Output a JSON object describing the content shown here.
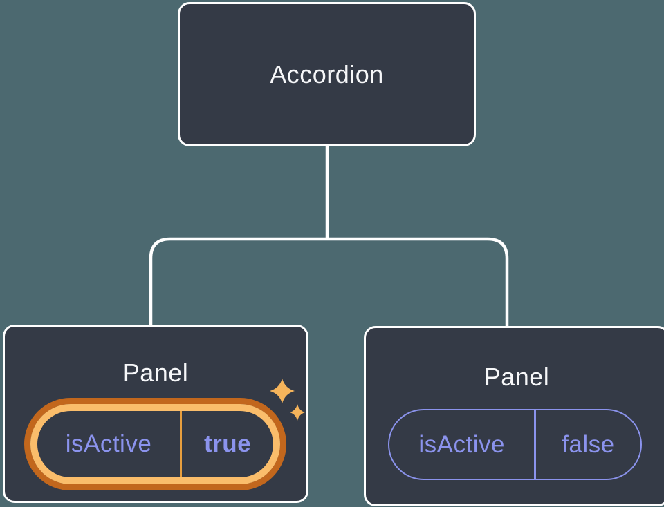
{
  "diagram_type": "component-state-tree",
  "tree": {
    "root": {
      "label": "Accordion"
    },
    "children": [
      {
        "label": "Panel",
        "state": {
          "key": "isActive",
          "value": "true"
        },
        "highlighted": true
      },
      {
        "label": "Panel",
        "state": {
          "key": "isActive",
          "value": "false"
        },
        "highlighted": false
      }
    ]
  },
  "icons": {
    "sparkle": "sparkle-icon"
  },
  "colors": {
    "background": "#4C6970",
    "node-bg": "#343A46",
    "node-border": "#FFFFFF",
    "node-text": "#F6F7F9",
    "state-purple": "#8B93ED",
    "highlight-orange-dark": "#C2671D",
    "highlight-orange-light": "#FABD6B",
    "highlight-divider": "#E79E3E",
    "sparkle-gold": "#F5B45B"
  }
}
